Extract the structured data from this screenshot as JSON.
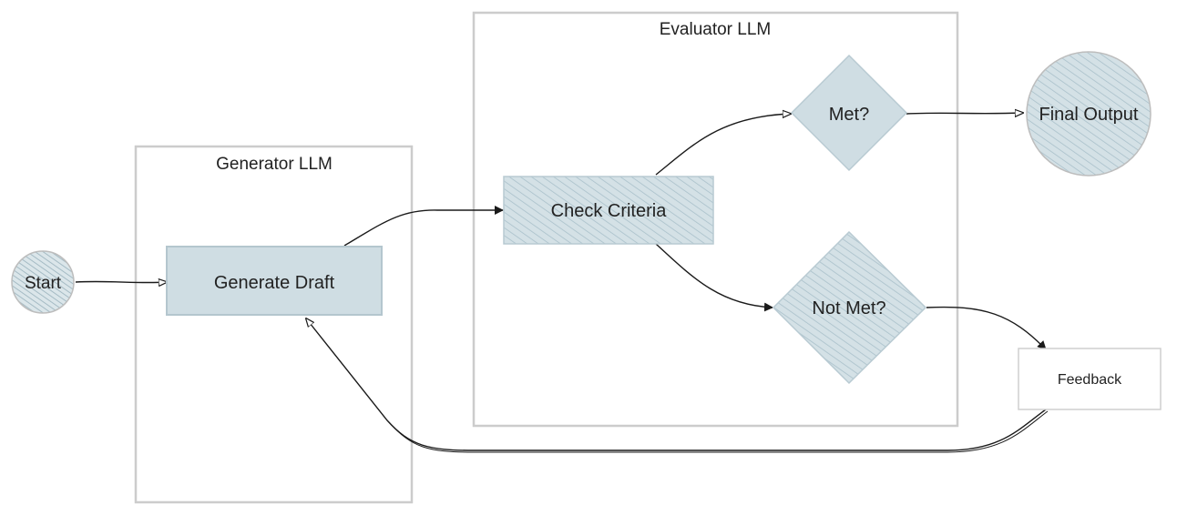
{
  "diagram": {
    "groups": [
      {
        "id": "generator",
        "label": "Generator LLM"
      },
      {
        "id": "evaluator",
        "label": "Evaluator LLM"
      }
    ],
    "nodes": [
      {
        "id": "start",
        "label": "Start",
        "shape": "circle"
      },
      {
        "id": "generate",
        "label": "Generate Draft",
        "shape": "rectangle",
        "group": "generator"
      },
      {
        "id": "check",
        "label": "Check Criteria",
        "shape": "rectangle",
        "group": "evaluator"
      },
      {
        "id": "met",
        "label": "Met?",
        "shape": "diamond",
        "group": "evaluator"
      },
      {
        "id": "notmet",
        "label": "Not Met?",
        "shape": "diamond",
        "group": "evaluator"
      },
      {
        "id": "final",
        "label": "Final Output",
        "shape": "circle"
      },
      {
        "id": "feedback",
        "label": "Feedback",
        "shape": "rectangle"
      }
    ],
    "edges": [
      {
        "from": "start",
        "to": "generate"
      },
      {
        "from": "generate",
        "to": "check"
      },
      {
        "from": "check",
        "to": "met"
      },
      {
        "from": "check",
        "to": "notmet"
      },
      {
        "from": "met",
        "to": "final"
      },
      {
        "from": "notmet",
        "to": "feedback"
      },
      {
        "from": "feedback",
        "to": "generate"
      }
    ],
    "colors": {
      "node_fill": "#cfdde3",
      "hatch": "#a9c0ca",
      "node_stroke": "#b4c6ce",
      "group_stroke": "#cccccc",
      "edge": "#1a1a1a"
    }
  }
}
